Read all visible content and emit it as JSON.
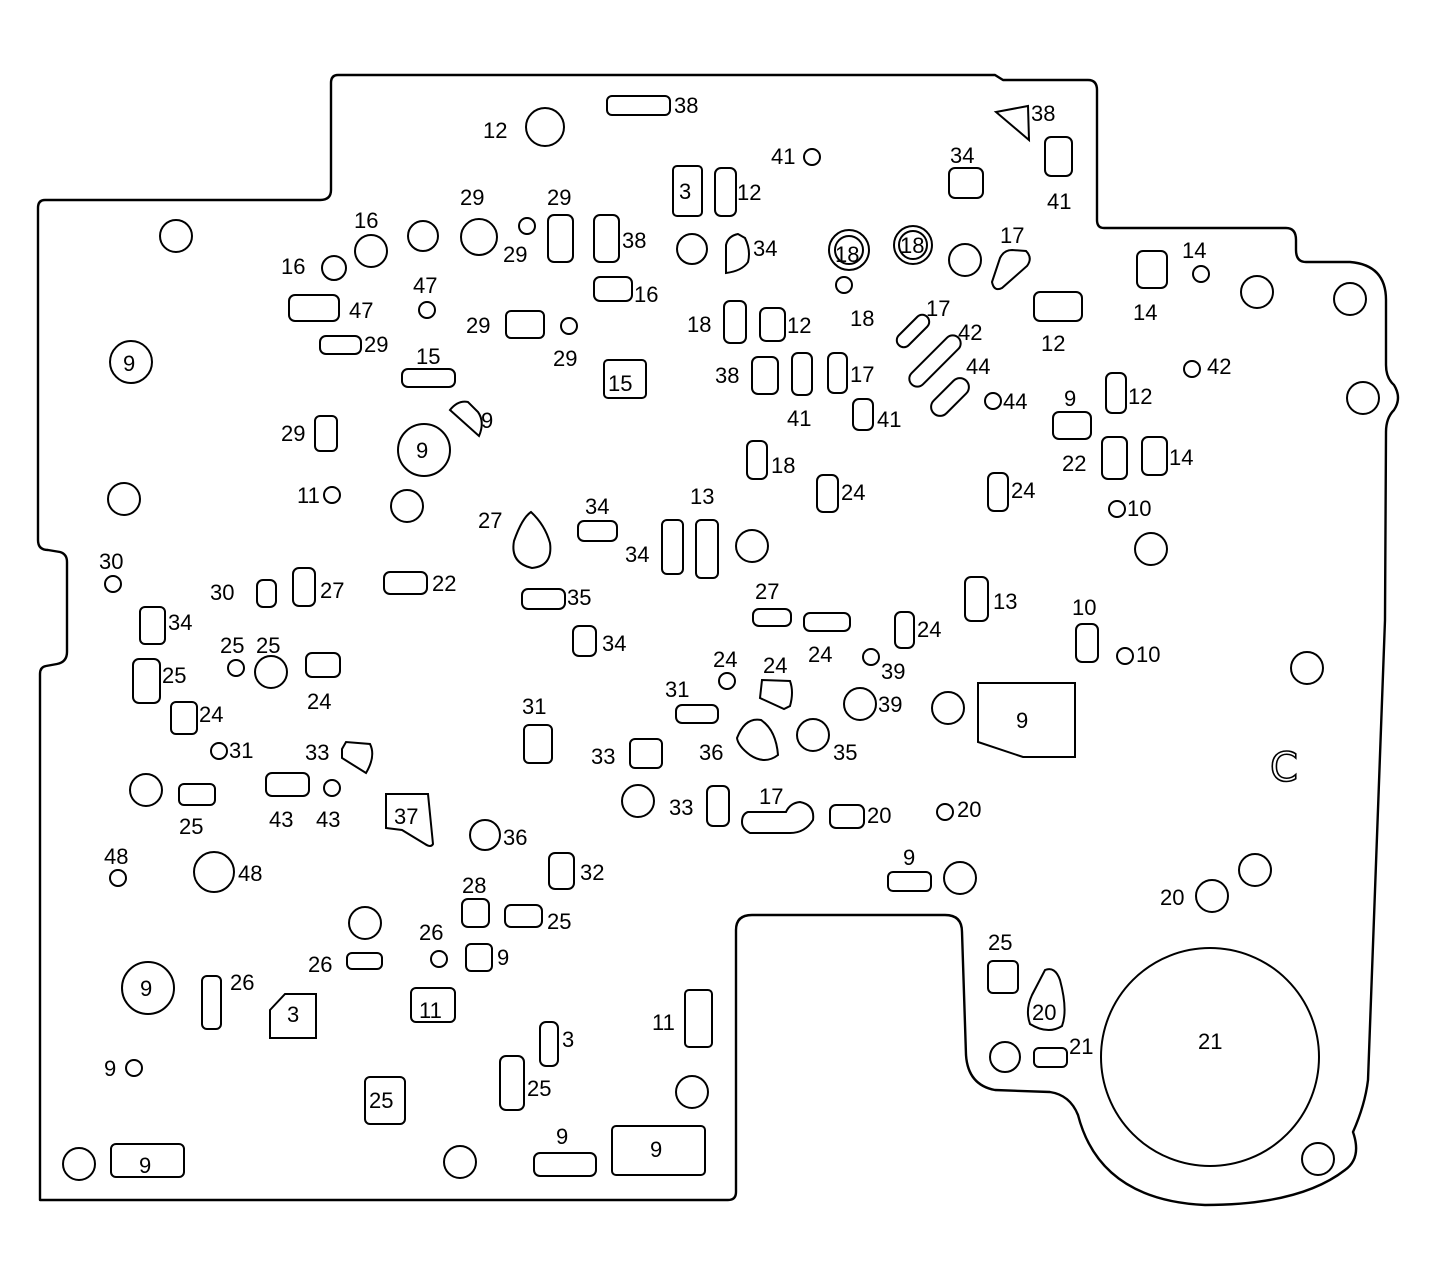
{
  "plate_letter": "C",
  "labels": {
    "t1": "38",
    "t2": "12",
    "t3": "38",
    "t4": "41",
    "t5": "34",
    "t6": "41",
    "t7": "3",
    "t8": "12",
    "t9": "29",
    "t10": "29",
    "t11": "16",
    "t12": "29",
    "t13": "38",
    "t14": "34",
    "t15": "18",
    "t16": "18",
    "t17": "17",
    "t18": "14",
    "t19": "16",
    "t20": "47",
    "t21": "47",
    "t22": "16",
    "t23": "29",
    "t24": "29",
    "t25": "18",
    "t26": "12",
    "t27": "18",
    "t28": "17",
    "t29": "42",
    "t30": "12",
    "t31": "14",
    "t32": "29",
    "t33": "9",
    "t34": "15",
    "t35": "15",
    "t36": "38",
    "t37": "41",
    "t38": "17",
    "t39": "44",
    "t40": "42",
    "t41": "9",
    "t42": "41",
    "t43": "44",
    "t44": "9",
    "t45": "12",
    "t46": "29",
    "t47": "9",
    "t48": "18",
    "t49": "22",
    "t50": "14",
    "t51": "11",
    "t52": "24",
    "t53": "24",
    "t54": "10",
    "t55": "27",
    "t56": "34",
    "t57": "13",
    "t58": "34",
    "t59": "30",
    "t60": "30",
    "t61": "27",
    "t62": "22",
    "t63": "35",
    "t64": "27",
    "t65": "13",
    "t66": "10",
    "t67": "34",
    "t68": "24",
    "t69": "34",
    "t70": "25",
    "t71": "25",
    "t72": "24",
    "t73": "24",
    "t74": "39",
    "t75": "10",
    "t76": "25",
    "t77": "24",
    "t78": "24",
    "t79": "31",
    "t80": "39",
    "t81": "9",
    "t82": "31",
    "t83": "24",
    "t84": "31",
    "t85": "33",
    "t86": "33",
    "t87": "36",
    "t88": "35",
    "t89": "25",
    "t90": "43",
    "t91": "43",
    "t92": "37",
    "t93": "17",
    "t94": "33",
    "t95": "20",
    "t96": "20",
    "t97": "36",
    "t98": "48",
    "t99": "48",
    "t100": "32",
    "t101": "9",
    "t102": "20",
    "t103": "28",
    "t104": "25",
    "t105": "26",
    "t106": "26",
    "t107": "9",
    "t108": "25",
    "t109": "9",
    "t110": "26",
    "t111": "3",
    "t112": "11",
    "t113": "20",
    "t114": "21",
    "t115": "21",
    "t116": "3",
    "t117": "11",
    "t118": "9",
    "t119": "25",
    "t120": "25",
    "t121": "9",
    "t122": "9",
    "t123": "9"
  }
}
